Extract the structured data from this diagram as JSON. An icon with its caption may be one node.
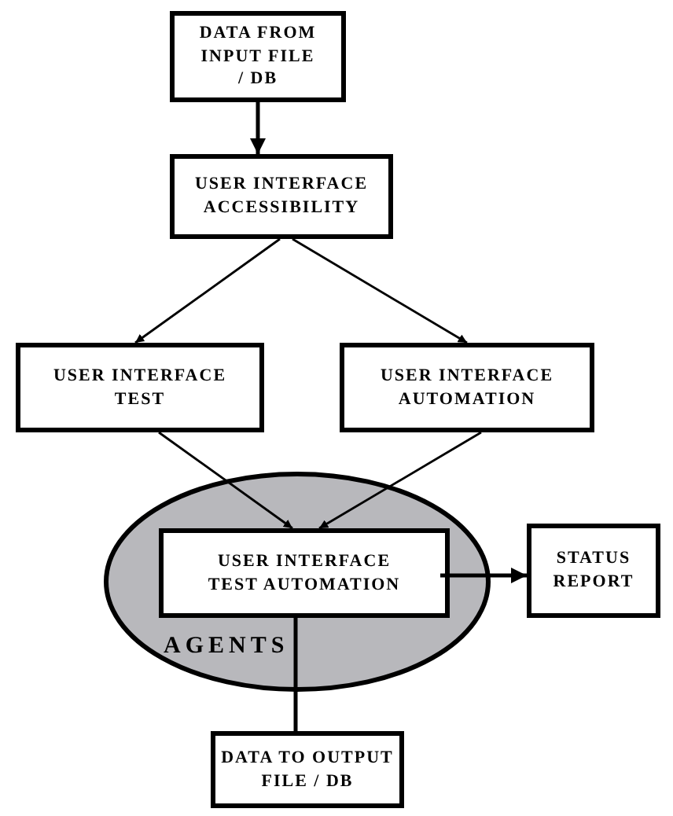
{
  "diagram": {
    "nodes": [
      {
        "text": [
          "DATA FROM INPUT FILE / DB"
        ]
      },
      {
        "text": [
          "USER INTERFACE ACCESSIBILITY"
        ]
      },
      {
        "text": [
          "USER INTERFACE TEST"
        ]
      },
      {
        "text": [
          "USER INTERFACE AUTOMATION"
        ]
      },
      {
        "text": [
          "AGENTS"
        ]
      },
      {
        "text": [
          "USER INTERFACE TEST AUTOMATION"
        ],
        "in": 4
      },
      {
        "text": [
          "STATUS REPORT"
        ]
      },
      {
        "text": [
          "DATA TO OUTPUT FILE / DB"
        ]
      }
    ],
    "edges": [
      {
        "from": 0,
        "to": 1,
        "arrow": "to"
      },
      {
        "from": 1,
        "to": 2,
        "arrow": "to"
      },
      {
        "from": 1,
        "to": 3,
        "arrow": "to"
      },
      {
        "from": 2,
        "to": 5,
        "arrow": "to"
      },
      {
        "from": 3,
        "to": 5,
        "arrow": "to"
      },
      {
        "from": 5,
        "to": 6,
        "arrow": "to"
      },
      {
        "from": 5,
        "to": 7,
        "arrow": "none"
      }
    ]
  }
}
